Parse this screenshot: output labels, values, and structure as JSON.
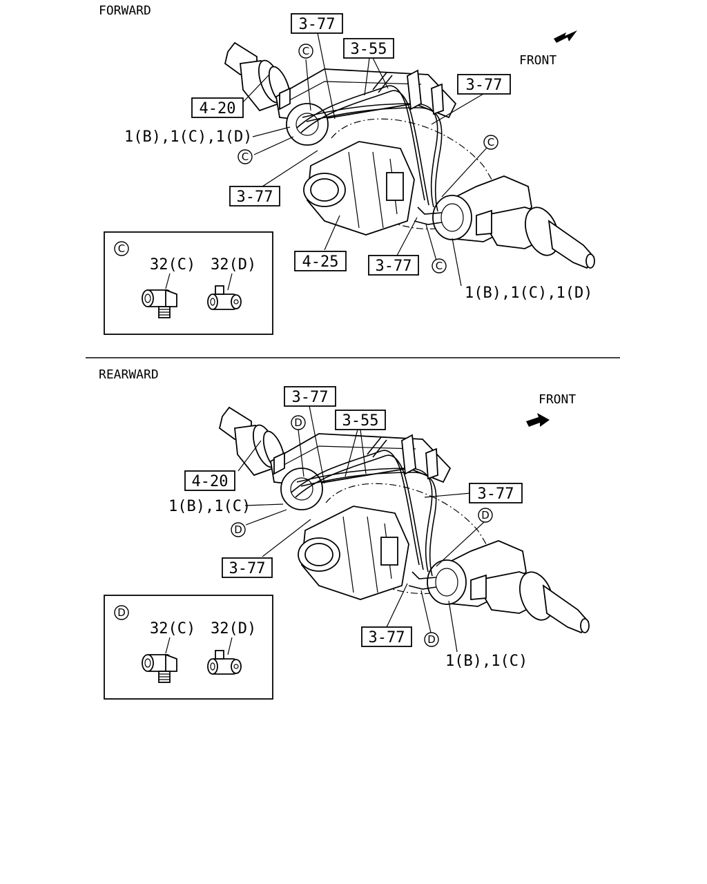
{
  "sections": {
    "forward": {
      "title": "FORWARD",
      "front_label": "FRONT",
      "detail_letter": "C",
      "refs": {
        "ref_3_77_top": "3-77",
        "ref_3_55": "3-55",
        "ref_3_77_right": "3-77",
        "ref_4_20": "4-20",
        "ref_3_77_left": "3-77",
        "ref_4_25": "4-25",
        "ref_3_77_bottom": "3-77"
      },
      "callouts": {
        "c1": "C",
        "c2": "C",
        "c3": "C",
        "c4": "C"
      },
      "part_left": "1(B),1(C),1(D)",
      "part_right": "1(B),1(C),1(D)",
      "detail": {
        "part_a": "32(C)",
        "part_b": "32(D)"
      }
    },
    "rearward": {
      "title": "REARWARD",
      "front_label": "FRONT",
      "detail_letter": "D",
      "refs": {
        "ref_3_77_top": "3-77",
        "ref_3_55": "3-55",
        "ref_3_77_right": "3-77",
        "ref_4_20": "4-20",
        "ref_3_77_left": "3-77",
        "ref_3_77_bottom": "3-77"
      },
      "callouts": {
        "d1": "D",
        "d2": "D",
        "d3": "D",
        "d4": "D"
      },
      "part_left": "1(B),1(C)",
      "part_right": "1(B),1(C)",
      "detail": {
        "part_a": "32(C)",
        "part_b": "32(D)"
      }
    }
  }
}
